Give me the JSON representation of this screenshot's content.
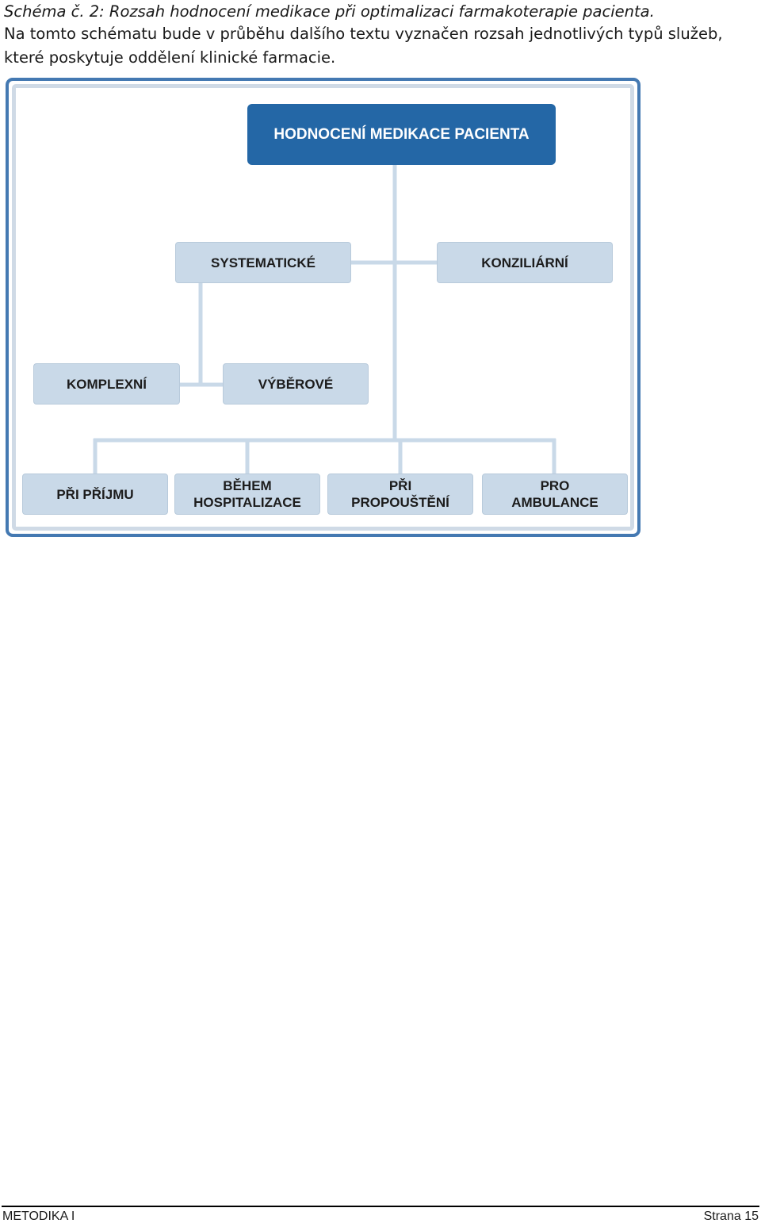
{
  "caption": "Schéma č. 2: Rozsah hodnocení medikace při optimalizaci farmakoterapie pacienta.",
  "intro": {
    "line1": "Na tomto schématu bude v průběhu dalšího textu vyznačen rozsah jednotlivých typů služeb,",
    "line2": "které poskytuje oddělení klinické farmacie."
  },
  "diagram": {
    "root": "HODNOCENÍ MEDIKACE PACIENTA",
    "level1": {
      "systematic": "SYSTEMATICKÉ",
      "consult": "KONZILIÁRNÍ"
    },
    "level2": {
      "complex": "KOMPLEXNÍ",
      "selective": "VÝBĚROVÉ"
    },
    "level3": {
      "admission": "PŘI PŘÍJMU",
      "hospital_line1": "BĚHEM",
      "hospital_line2": "HOSPITALIZACE",
      "discharge_line1": "PŘI",
      "discharge_line2": "PROPOUŠTĚNÍ",
      "ambulance_line1": "PRO",
      "ambulance_line2": "AMBULANCE"
    },
    "colors": {
      "root_fill": "#2467a6",
      "box_fill": "#c9d9e8",
      "frame_outer": "#4479b2",
      "frame_inner": "#cfdae6",
      "connector": "#c9d9e8"
    }
  },
  "footer": {
    "left": "METODIKA I",
    "right": "Strana 15"
  }
}
